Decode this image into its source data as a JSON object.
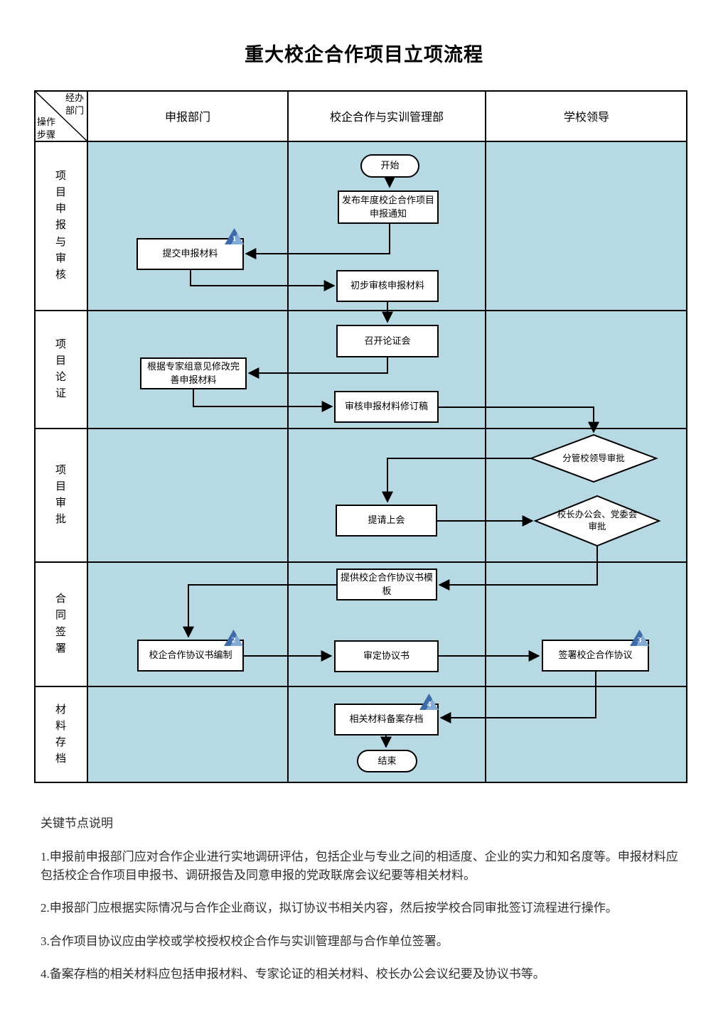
{
  "title": "重大校企合作项目立项流程",
  "colors": {
    "lane_bg": "#b7d9e3",
    "badge_blue": "#3e6ca8",
    "line": "#000000"
  },
  "matrix": {
    "corner_top": "经办部门",
    "corner_bottom": "操作步骤",
    "columns": [
      "申报部门",
      "校企合作与实训管理部",
      "学校领导"
    ],
    "rows": [
      "项目申报与审核",
      "项目论证",
      "项目审批",
      "合同签署",
      "材料存档"
    ]
  },
  "nodes": {
    "start": "开始",
    "publish_notice": "发布年度校企合作项目申报通知",
    "submit_materials": "提交申报材料",
    "preliminary_review": "初步审核申报材料",
    "hold_review_meeting": "召开论证会",
    "revise_materials": "根据专家组意见修改完善申报材料",
    "review_revision": "审核申报材料修订稿",
    "leader_approval": "分管校领导审批",
    "submit_to_meeting": "提请上会",
    "committee_approval": "校长办公会、党委会审批",
    "provide_template": "提供校企合作协议书模板",
    "draft_agreement": "校企合作协议书编制",
    "approve_agreement": "审定协议书",
    "sign_agreement": "签署校企合作协议",
    "archive_materials": "相关材料备案存档",
    "end": "结束"
  },
  "badges": {
    "b1": "1",
    "b2": "2",
    "b3": "3",
    "b4": "4"
  },
  "notes": {
    "heading": "关键节点说明",
    "items": [
      "1.申报前申报部门应对合作企业进行实地调研评估，包括企业与专业之间的相适度、企业的实力和知名度等。申报材料应包括校企合作项目申报书、调研报告及同意申报的党政联席会议纪要等相关材料。",
      "2.申报部门应根据实际情况与合作企业商议，拟订协议书相关内容，然后按学校合同审批签订流程进行操作。",
      "3.合作项目协议应由学校或学校授权校企合作与实训管理部与合作单位签署。",
      "4.备案存档的相关材料应包括申报材料、专家论证的相关材料、校长办公会议纪要及协议书等。"
    ]
  }
}
